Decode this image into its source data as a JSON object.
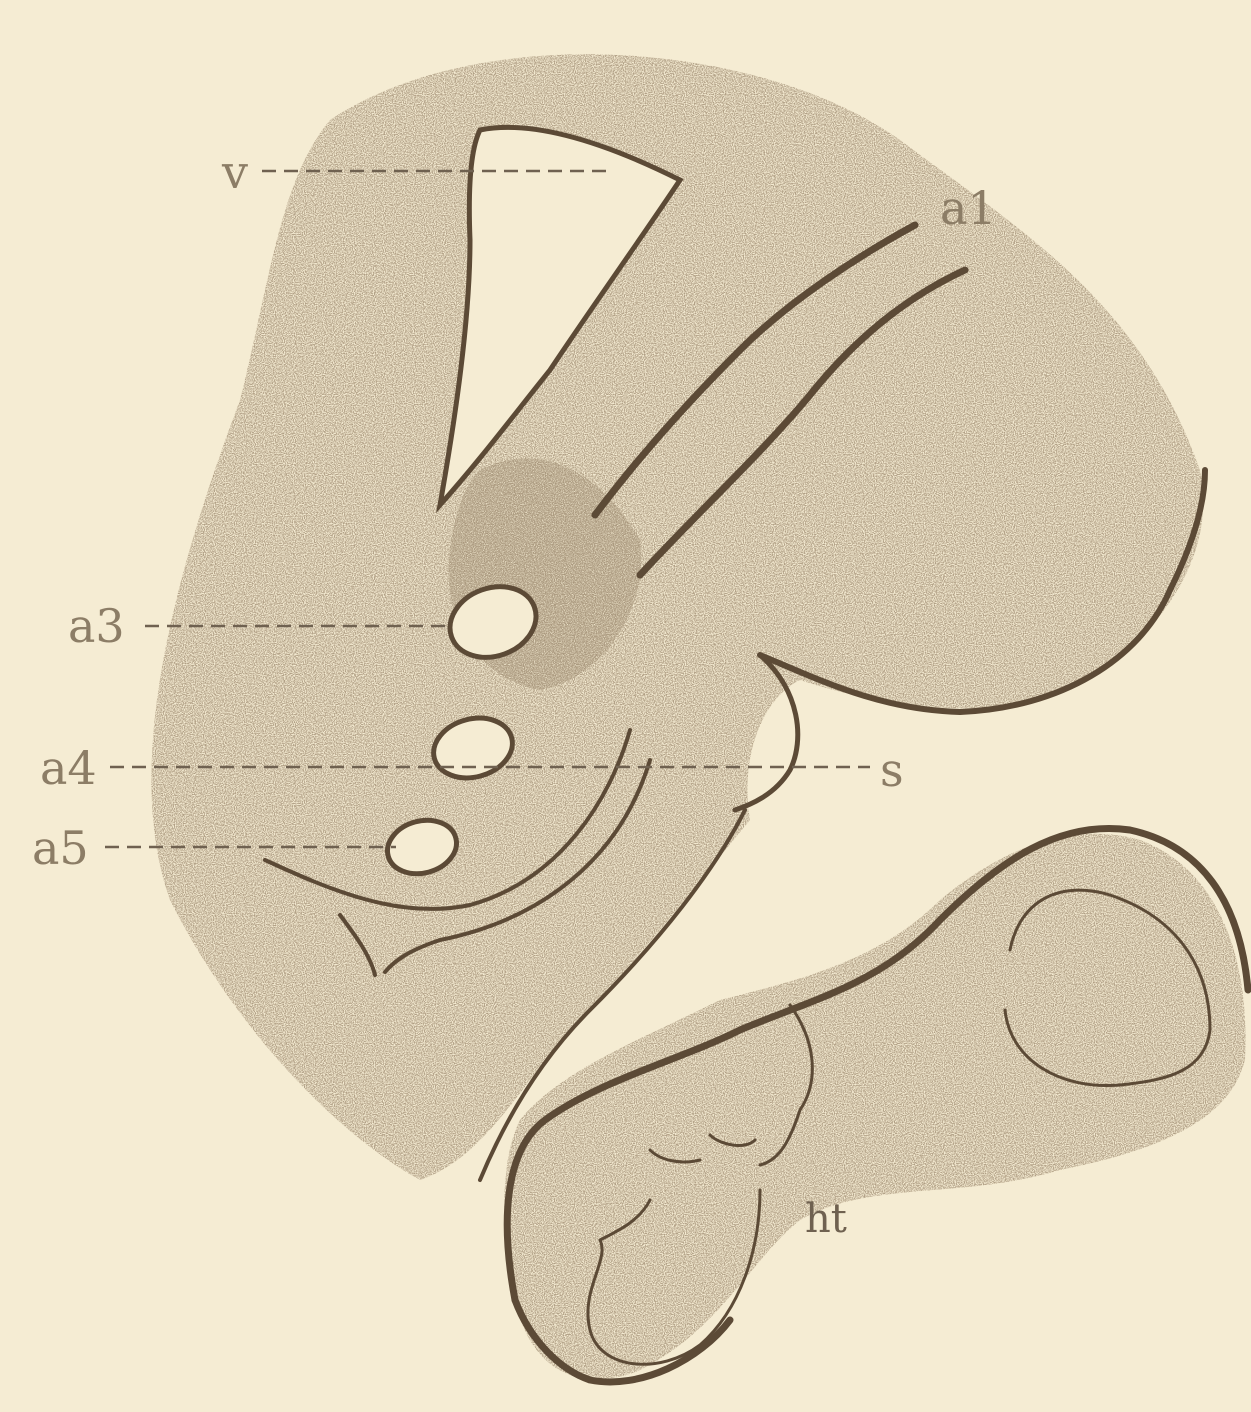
{
  "figure": {
    "labels": {
      "v": "v",
      "a1": "a1",
      "a3": "a3",
      "a4": "a4",
      "a5": "a5",
      "s": "s",
      "ht": "ht"
    },
    "colors": {
      "paper": "#f5ecd3",
      "stipple": "#8a7355",
      "ink": "#5c4a36",
      "label": "#8c7d66"
    }
  }
}
